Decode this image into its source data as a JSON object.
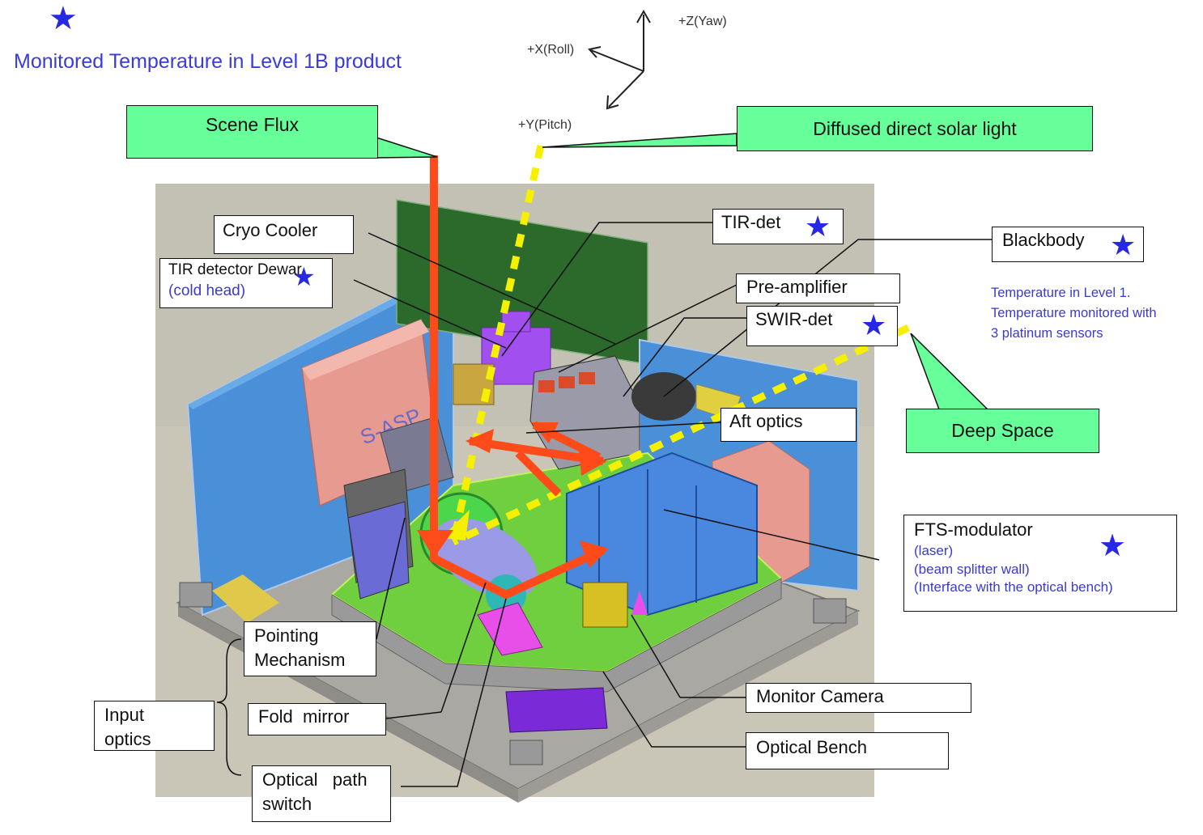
{
  "legend": {
    "star_icon": "star-icon",
    "text": "Monitored Temperature in Level 1B product",
    "color": "#3b3bd9"
  },
  "axes": {
    "z": "+Z(Yaw)",
    "x": "+X(Roll)",
    "y": "+Y(Pitch)"
  },
  "callouts": {
    "scene_flux": "Scene Flux",
    "diffused_solar": "Diffused direct solar light",
    "deep_space": "Deep Space"
  },
  "labels": {
    "cryo_cooler": "Cryo Cooler",
    "tir_dewar": "TIR detector Dewar",
    "tir_dewar_sub": "(cold head)",
    "tir_det": "TIR-det",
    "pre_amplifier": "Pre-amplifier",
    "swir_det": "SWIR-det",
    "blackbody": "Blackbody",
    "blackbody_note": [
      "Temperature in Level 1.",
      "Temperature monitored with",
      "3 platinum sensors"
    ],
    "aft_optics": "Aft optics",
    "fts_modulator": "FTS-modulator",
    "fts_sub": [
      "(laser)",
      "(beam splitter wall)",
      "(Interface with the optical bench)"
    ],
    "pointing_mechanism_1": "Pointing",
    "pointing_mechanism_2": "Mechanism",
    "fold_mirror": "Fold  mirror",
    "optical_path_1": "Optical   path",
    "optical_path_2": "switch",
    "input_optics_1": "Input",
    "input_optics_2": "optics",
    "monitor_camera": "Monitor Camera",
    "optical_bench": "Optical Bench",
    "sasp": "S-ASP"
  },
  "colors": {
    "callout_fill": "#66ff99",
    "beam": "#ff4a1a",
    "solar_path": "#f5f000",
    "star": "#2727e6",
    "background_panel": "#c9c6b8"
  }
}
